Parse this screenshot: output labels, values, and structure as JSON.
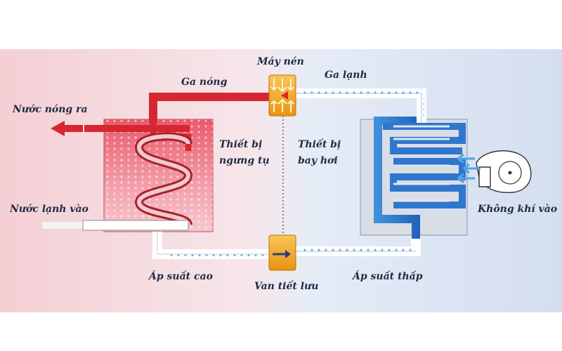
{
  "labels": {
    "compressor": "Máy nén",
    "hot_gas": "Ga nóng",
    "cold_gas": "Ga lạnh",
    "hot_water_out": "Nước nóng ra",
    "condenser_line1": "Thiết bị",
    "condenser_line2": "ngưng tụ",
    "evaporator_line1": "Thiết bị",
    "evaporator_line2": "bay hơi",
    "cold_water_in": "Nước lạnh vào",
    "air_in": "Không khí vào",
    "high_pressure": "Áp suất cao",
    "expansion_valve": "Van tiết lưu",
    "low_pressure": "Áp suất thấp"
  },
  "colors": {
    "hot": "#d7262f",
    "cold": "#2f86d8",
    "component": "#f3a81f",
    "background_left": "#f3d4d8",
    "background_right": "#dde6f3"
  }
}
